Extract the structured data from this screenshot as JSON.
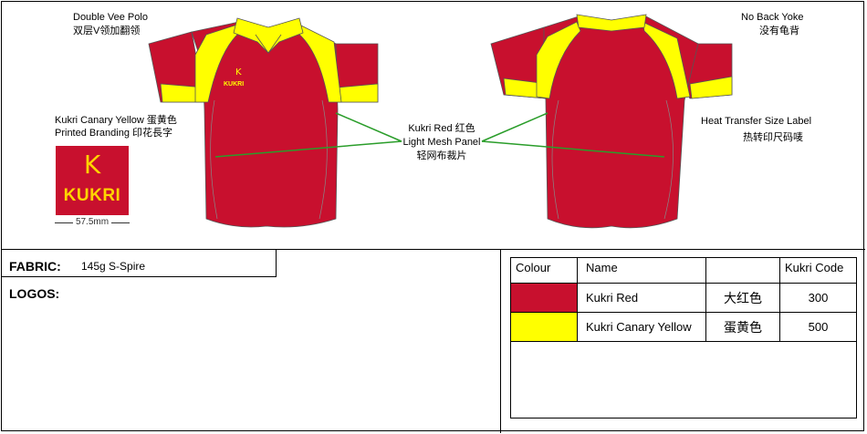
{
  "labels": {
    "front_title": "Double Vee Polo",
    "front_title_cn": "双层V领加翻领",
    "back_title": "No Back Yoke",
    "back_title_cn": "没有龟背",
    "branding_line1": "Kukri Canary Yellow  蛋黄色",
    "branding_line2": "Printed Branding  印花長字",
    "logo_size": "57.5mm",
    "panel_line1": "Kukri Red  红色",
    "panel_line2": "Light Mesh Panel",
    "panel_line3": "轻网布裁片",
    "size_label": "Heat Transfer Size Label",
    "size_label_cn": "热转印尺码唛",
    "chest_logo_text": "KUKRI"
  },
  "logo": {
    "symbol": "K",
    "wordmark": "KUKRI"
  },
  "fabric": {
    "label": "FABRIC:",
    "value": "145g S-Spire"
  },
  "logos_label": "LOGOS:",
  "colour_table": {
    "headers": [
      "Colour",
      "Name",
      "",
      "Kukri Code"
    ],
    "rows": [
      {
        "swatch": "#c8102e",
        "name": "Kukri Red",
        "name_cn": "大红色",
        "code": "300"
      },
      {
        "swatch": "#ffff00",
        "name": "Kukri Canary Yellow",
        "name_cn": "蛋黄色",
        "code": "500"
      }
    ]
  },
  "colors": {
    "kukri_red": "#c8102e",
    "canary_yellow": "#ffff00"
  }
}
